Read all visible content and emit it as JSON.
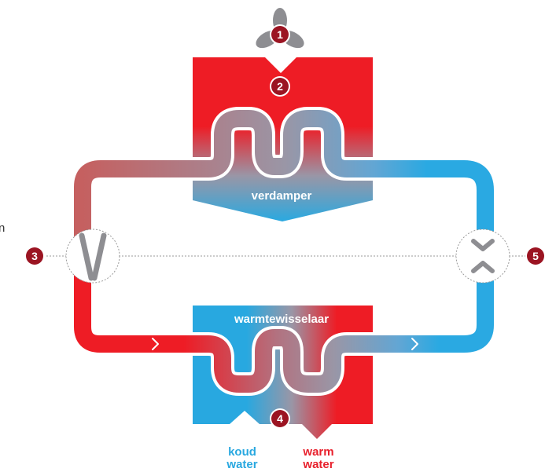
{
  "labels": {
    "evaporator": "verdamper",
    "heat_exchanger": "warmtewisselaar",
    "cold_water_line1": "koud",
    "cold_water_line2": "water",
    "warm_water_line1": "warm",
    "warm_water_line2": "water",
    "edge_letter": "n"
  },
  "markers": {
    "fan": "1",
    "evaporator_inlet": "2",
    "compressor": "3",
    "heat_exchanger": "4",
    "expansion_valve": "5"
  },
  "colors": {
    "hot": "#ee1c25",
    "cold": "#28a8e0",
    "pipe_mid": "#9a96a6",
    "marker": "#9b1422",
    "gray_icon": "#8e8e92",
    "cold_text": "#29a8e0",
    "warm_text": "#e8202c"
  },
  "icons": {
    "fan": "fan-icon",
    "compressor": "compressor-icon",
    "expansion": "expansion-valve-icon",
    "flow_arrows": "chevron-right-icon"
  }
}
